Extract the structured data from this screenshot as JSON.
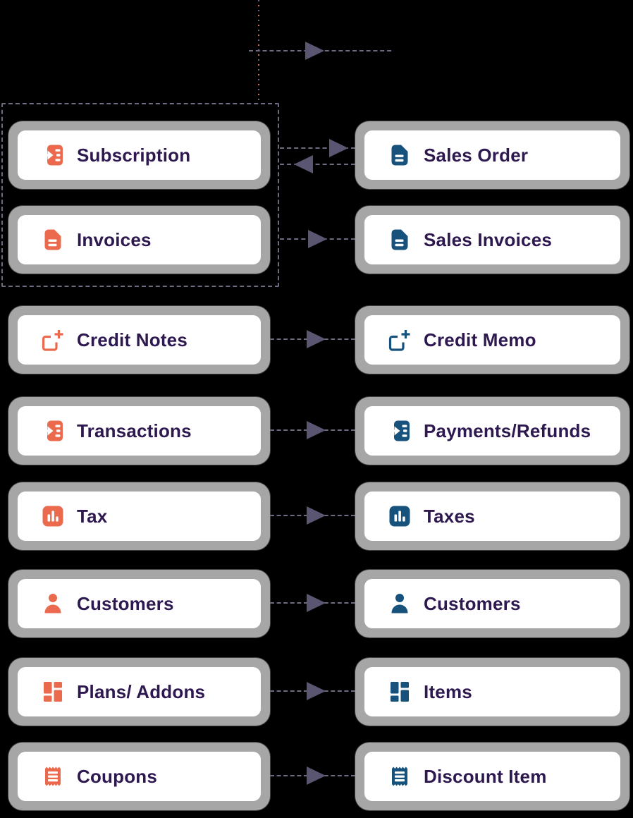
{
  "diagram_title": "",
  "colors": {
    "bg": "#000000",
    "orange": "#EB6A4D",
    "blue": "#17527D",
    "text": "#2E1850",
    "frame": "#A6A6A6",
    "dash": "#6F6A80",
    "arrowhead": "#5A5570",
    "dotaccent": "#C4755F"
  },
  "top_flow": {
    "style": "dashed-arrow-right",
    "entry": "dotted-vertical-line"
  },
  "group_outline": {
    "style": "dashed-rectangle",
    "encloses": [
      "Subscription",
      "Invoices"
    ]
  },
  "rows": [
    {
      "left": {
        "label": "Subscription",
        "icon": "import-list-icon",
        "color": "orange"
      },
      "right": {
        "label": "Sales Order",
        "icon": "document-icon",
        "color": "blue"
      },
      "connection": "two-way"
    },
    {
      "left": {
        "label": "Invoices",
        "icon": "document-icon",
        "color": "orange"
      },
      "right": {
        "label": "Sales Invoices",
        "icon": "document-icon",
        "color": "blue"
      },
      "connection": "left-to-right"
    },
    {
      "left": {
        "label": "Credit Notes",
        "icon": "credit-note-icon",
        "color": "orange"
      },
      "right": {
        "label": "Credit Memo",
        "icon": "credit-note-icon",
        "color": "blue"
      },
      "connection": "left-to-right"
    },
    {
      "left": {
        "label": "Transactions",
        "icon": "import-list-icon",
        "color": "orange"
      },
      "right": {
        "label": "Payments/Refunds",
        "icon": "import-list-icon",
        "color": "blue"
      },
      "connection": "left-to-right"
    },
    {
      "left": {
        "label": "Tax",
        "icon": "bar-chart-icon",
        "color": "orange"
      },
      "right": {
        "label": "Taxes",
        "icon": "bar-chart-icon",
        "color": "blue"
      },
      "connection": "left-to-right"
    },
    {
      "left": {
        "label": "Customers",
        "icon": "person-icon",
        "color": "orange"
      },
      "right": {
        "label": "Customers",
        "icon": "person-icon",
        "color": "blue"
      },
      "connection": "left-to-right"
    },
    {
      "left": {
        "label": "Plans/ Addons",
        "icon": "blocks-icon",
        "color": "orange"
      },
      "right": {
        "label": "Items",
        "icon": "blocks-icon",
        "color": "blue"
      },
      "connection": "left-to-right"
    },
    {
      "left": {
        "label": "Coupons",
        "icon": "ticket-icon",
        "color": "orange"
      },
      "right": {
        "label": "Discount Item",
        "icon": "ticket-icon",
        "color": "blue"
      },
      "connection": "left-to-right"
    }
  ]
}
